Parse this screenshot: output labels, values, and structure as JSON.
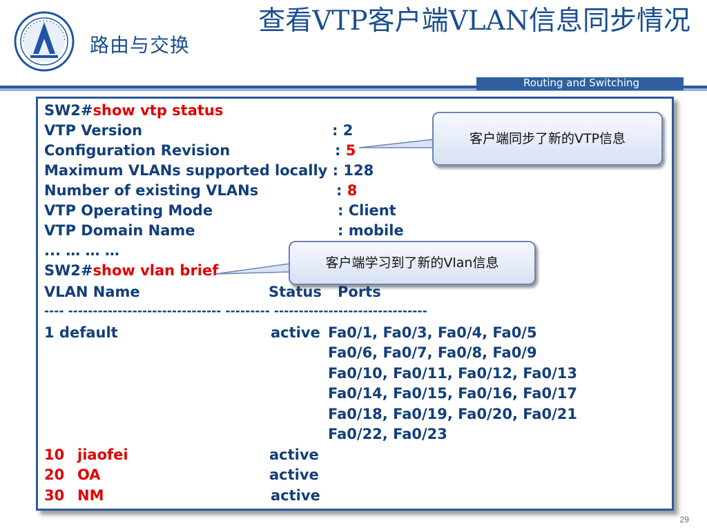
{
  "header": {
    "course": "路由与交换",
    "title": "查看VTP客户端VLAN信息同步情况",
    "subtitle": "Routing and Switching"
  },
  "terminal": {
    "prompt1": "SW2#",
    "cmd1": "show vtp status",
    "vtp_version_label": "VTP Version",
    "vtp_version_sep": ": ",
    "vtp_version_value": "2",
    "config_revision_label": "Configuration Revision",
    "config_revision_sep": ": ",
    "config_revision_value": "5",
    "max_vlans_label": "Maximum VLANs supported locally",
    "max_vlans_sep": " : ",
    "max_vlans_value": "128",
    "existing_vlans_label": "Number of existing VLANs",
    "existing_vlans_sep": ": ",
    "existing_vlans_value": "8",
    "operating_mode_label": "VTP Operating Mode",
    "operating_mode_sep": ": ",
    "operating_mode_value": "Client",
    "domain_name_label": "VTP Domain Name",
    "domain_name_sep": ": ",
    "domain_name_value": "mobile",
    "ellipsis": "...  …  …  …",
    "prompt2": "SW2#",
    "cmd2": "show vlan brief",
    "col_vlan_name": "VLAN Name",
    "col_status": "Status",
    "col_ports": "Ports",
    "divider": "---- ------------------------------- --------- -------------------------------",
    "vlan1_id_name": "1    default",
    "vlan1_status": "active",
    "vlan1_ports": [
      "Fa0/1, Fa0/3, Fa0/4, Fa0/5",
      "Fa0/6, Fa0/7, Fa0/8, Fa0/9",
      "Fa0/10, Fa0/11, Fa0/12, Fa0/13",
      "Fa0/14, Fa0/15, Fa0/16, Fa0/17",
      "Fa0/18, Fa0/19, Fa0/20, Fa0/21",
      "Fa0/22, Fa0/23"
    ],
    "new_vlans": [
      {
        "id": "10",
        "name": "jiaofei",
        "status": "active"
      },
      {
        "id": "20",
        "name": "OA",
        "status": "active"
      },
      {
        "id": "30",
        "name": "NM",
        "status": "active"
      }
    ]
  },
  "callouts": {
    "vtp_sync": "客户端同步了新的VTP信息",
    "vlan_learned": "客户端学习到了新的Vlan信息"
  },
  "page_number": "29",
  "colors": {
    "accent": "#1a4e8f",
    "highlight": "#e10000",
    "text": "#123f7a"
  }
}
